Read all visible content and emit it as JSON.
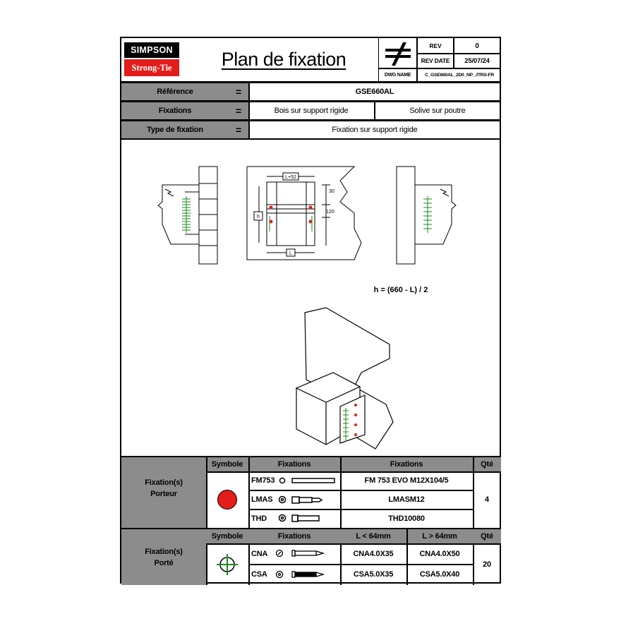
{
  "header": {
    "logo_top": "SIMPSON",
    "logo_bottom": "Strong-Tie",
    "title": "Plan de fixation",
    "rev_label": "REV",
    "rev_value": "0",
    "rev_date_label": "REV DATE",
    "rev_date_value": "25/07/24",
    "dwg_name_label": "DWG NAME",
    "dwg_name_value": "C_GSE660AL_2D0_NP_JTRS-FR"
  },
  "info": {
    "reference_label": "Référence",
    "reference_value": "GSE660AL",
    "fixations_label": "Fixations",
    "fixations_value_1": "Bois sur support rigide",
    "fixations_value_2": "Solive sur poutre",
    "type_label": "Type de fixation",
    "type_value": "Fixation sur support rigide",
    "equals": "="
  },
  "drawing": {
    "dim_top": "L+52",
    "dim_30": "30",
    "dim_120": "120",
    "dim_h": "h",
    "dim_L": "L",
    "formula": "h = (660 - L) / 2"
  },
  "table_porteur": {
    "label_line1": "Fixation(s)",
    "label_line2": "Porteur",
    "col_symbol": "Symbole",
    "col_fixations_1": "Fixations",
    "col_fixations_2": "Fixations",
    "col_qty": "Qté",
    "rows": [
      {
        "code": "FM753",
        "product": "FM 753 EVO M12X104/5"
      },
      {
        "code": "LMAS",
        "product": "LMASM12"
      },
      {
        "code": "THD",
        "product": "THD10080"
      }
    ],
    "qty": "4",
    "symbol_color": "#e31d1a"
  },
  "table_porte": {
    "label_line1": "Fixation(s)",
    "label_line2": "Porté",
    "col_symbol": "Symbole",
    "col_fixations": "Fixations",
    "col_small": "L < 64mm",
    "col_large": "L > 64mm",
    "col_qty": "Qté",
    "rows": [
      {
        "code": "CNA",
        "small": "CNA4.0X35",
        "large": "CNA4.0X50"
      },
      {
        "code": "CSA",
        "small": "CSA5.0X35",
        "large": "CSA5.0X40"
      }
    ],
    "qty": "20",
    "symbol_color": "#1a8a1a"
  }
}
